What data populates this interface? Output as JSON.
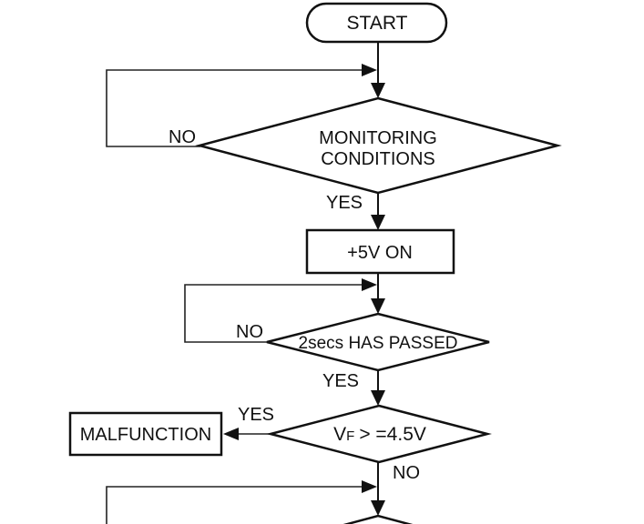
{
  "flowchart": {
    "colors": {
      "background": "#ffffff",
      "stroke": "#111111",
      "text": "#111111"
    },
    "nodes": {
      "start": {
        "type": "terminator",
        "label": "START"
      },
      "monitoring_conditions": {
        "type": "decision",
        "line1": "MONITORING",
        "line2": "CONDITIONS"
      },
      "plus_5v_on": {
        "type": "process",
        "label": "+5V ON"
      },
      "two_secs_passed": {
        "type": "decision",
        "label": "2secs HAS PASSED"
      },
      "vf_threshold": {
        "type": "decision",
        "base": "V",
        "subscript": "F",
        "condition": "> =4.5V"
      },
      "malfunction": {
        "type": "process",
        "label": "MALFUNCTION"
      },
      "next_decision": {
        "type": "decision-partial",
        "label": ""
      }
    },
    "edge_labels": {
      "monitoring_no": "NO",
      "monitoring_yes": "YES",
      "two_secs_no": "NO",
      "two_secs_yes": "YES",
      "vf_yes": "YES",
      "vf_no": "NO"
    }
  }
}
